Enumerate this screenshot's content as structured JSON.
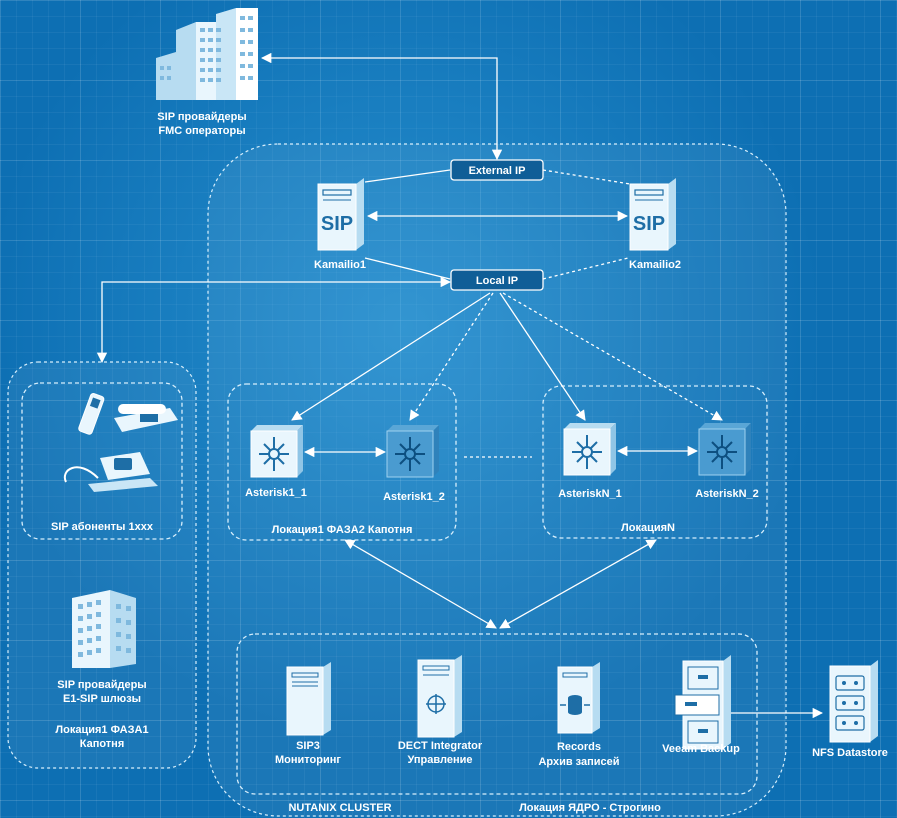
{
  "nodes": {
    "sip_providers_fmc": {
      "line1": "SIP провайдеры",
      "line2": "FMC операторы"
    },
    "external_ip": "External IP",
    "local_ip": "Local IP",
    "kamailio1": "Kamailio1",
    "kamailio2": "Kamailio2",
    "asterisk1_1": "Asterisk1_1",
    "asterisk1_2": "Asterisk1_2",
    "asteriskn_1": "AsteriskN_1",
    "asteriskn_2": "AsteriskN_2",
    "sip3": {
      "line1": "SIP3",
      "line2": "Мониторинг"
    },
    "dect": {
      "line1": "DECT Integrator",
      "line2": "Управление"
    },
    "records": {
      "line1": "Records",
      "line2": "Архив записей"
    },
    "veeam": "Veeam Backup",
    "nfs": "NFS Datastore",
    "sip_subscribers": "SIP абоненты 1xxx",
    "sip_providers_e1": {
      "line1": "SIP провайдеры",
      "line2": "E1-SIP шлюзы"
    }
  },
  "zones": {
    "location1_phase2": "Локация1 ФАЗА2 Капотня",
    "location_n": "ЛокацияN",
    "location1_phase1": {
      "line1": "Локация1 ФАЗА1",
      "line2": "Капотня"
    },
    "nutanix": "NUTANIX CLUSTER",
    "core": "Локация ЯДРО - Строгино"
  },
  "icons": {
    "building": "building-icon",
    "sip_server": "sip-server-icon",
    "asterisk": "asterisk-cube-icon",
    "phone": "ip-phone-icon",
    "cabinet": "file-cabinet-icon"
  },
  "colors": {
    "background": "#0d6fb3",
    "line": "#ffffff",
    "panel": "#e9f6fd"
  }
}
